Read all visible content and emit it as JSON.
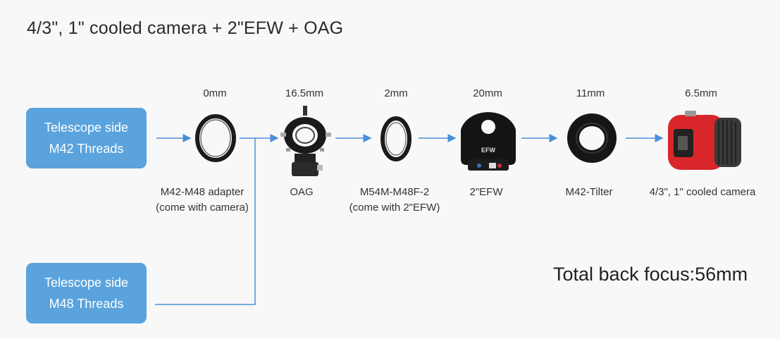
{
  "title": "4/3\", 1\" cooled camera + 2\"EFW + OAG",
  "sources": [
    {
      "line1": "Telescope side",
      "line2": "M42 Threads"
    },
    {
      "line1": "Telescope side",
      "line2": "M48 Threads"
    }
  ],
  "components": [
    {
      "distance": "0mm",
      "label_lines": [
        "M42-M48 adapter",
        "(come with camera)"
      ],
      "icon": "ring-icon"
    },
    {
      "distance": "16.5mm",
      "label_lines": [
        "OAG"
      ],
      "icon": "oag-icon"
    },
    {
      "distance": "2mm",
      "label_lines": [
        "M54M-M48F-2",
        "(come with 2\"EFW)"
      ],
      "icon": "ring-icon"
    },
    {
      "distance": "20mm",
      "label_lines": [
        "2\"EFW"
      ],
      "icon": "filter-wheel-icon"
    },
    {
      "distance": "11mm",
      "label_lines": [
        "M42-Tilter"
      ],
      "icon": "tilter-icon"
    },
    {
      "distance": "6.5mm",
      "label_lines": [
        "4/3\", 1\" cooled camera"
      ],
      "icon": "camera-icon"
    }
  ],
  "efw_mark": "EFW",
  "total": "Total back focus:56mm",
  "colors": {
    "box": "#5aa3dd",
    "arrow": "#4a90d9",
    "camera": "#d8262b"
  }
}
